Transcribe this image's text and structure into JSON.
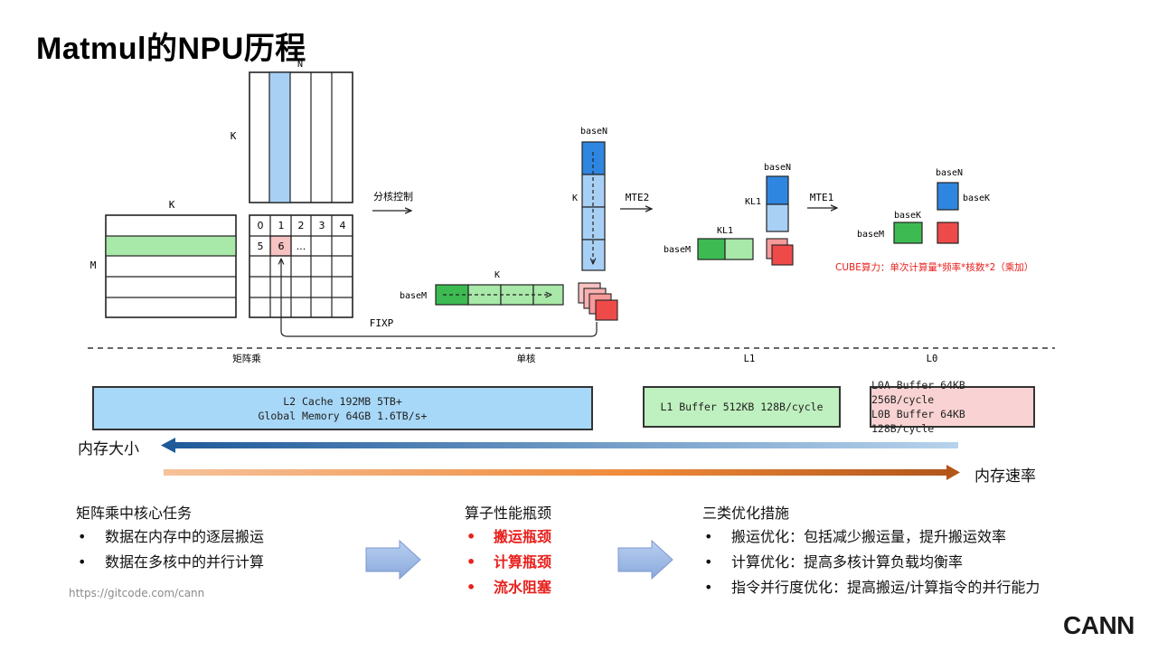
{
  "page": {
    "title": "Matmul的NPU历程",
    "footer_url": "https://gitcode.com/cann",
    "logo_text": "CANN"
  },
  "diagram": {
    "labels": {
      "n": "N",
      "k_top": "K",
      "k_left": "K",
      "m": "M",
      "split_control": "分核控制",
      "fixp": "FIXP",
      "basem_a": "baseM",
      "k_mid": "K",
      "basen_a": "baseN",
      "k_vert": "K",
      "mte2": "MTE2",
      "basen_b": "baseN",
      "kl1_a": "KL1",
      "kl1_b": "KL1",
      "basem_b": "baseM",
      "mte1": "MTE1",
      "basen_c": "baseN",
      "basek_a": "baseK",
      "basek_b": "baseK",
      "basem_c": "baseM",
      "cube_note": "CUBE算力：单次计算量*频率*核数*2（乘加）",
      "level_matmul": "矩阵乘",
      "level_core": "单核",
      "level_l1": "L1",
      "level_l0": "L0"
    },
    "grid_cells": [
      "0",
      "1",
      "2",
      "3",
      "4",
      "5",
      "6",
      "..."
    ],
    "colors": {
      "blue_light": "#a8d0f5",
      "blue_dark": "#2f86e0",
      "green_light": "#a8e8a8",
      "green_dark": "#3dbb52",
      "red_light": "#f7a6a6",
      "red_dark": "#ef4a4a"
    }
  },
  "memory": {
    "l2": {
      "line1": "L2 Cache 192MB 5TB+",
      "line2": "Global Memory 64GB 1.6TB/s+"
    },
    "l1": {
      "line1": "L1 Buffer 512KB 128B/cycle"
    },
    "l0": {
      "line1": "L0A Buffer 64KB 256B/cycle",
      "line2": "L0B Buffer 64KB 128B/cycle"
    },
    "size_label": "内存大小",
    "speed_label": "内存速率"
  },
  "bottom": {
    "col1": {
      "title": "矩阵乘中核心任务",
      "items": [
        "数据在内存中的逐层搬运",
        "数据在多核中的并行计算"
      ]
    },
    "col2": {
      "title": "算子性能瓶颈",
      "items": [
        "搬运瓶颈",
        "计算瓶颈",
        "流水阻塞"
      ]
    },
    "col3": {
      "title": "三类优化措施",
      "items": [
        "搬运优化：包括减少搬运量，提升搬运效率",
        "计算优化：提高多核计算负载均衡率",
        "指令并行度优化：提高搬运/计算指令的并行能力"
      ]
    }
  }
}
